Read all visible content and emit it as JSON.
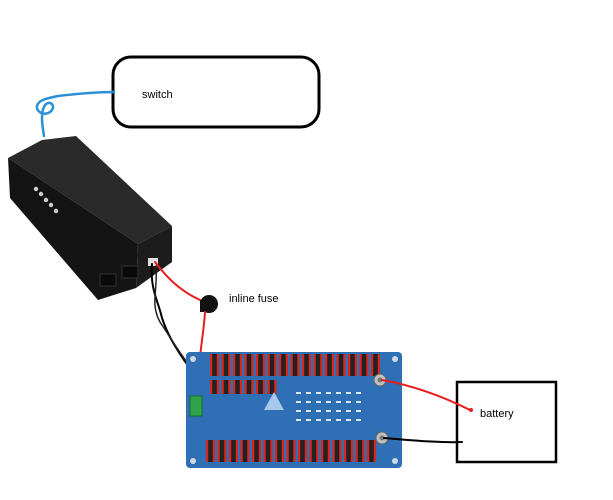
{
  "labels": {
    "switch": "switch",
    "inline_fuse": "inline fuse",
    "battery": "battery"
  },
  "colors": {
    "red_wire": "#e81d1d",
    "black_wire": "#000000",
    "blue_cable": "#2b8fd6",
    "board_blue": "#2e6fb5",
    "device_black": "#161616",
    "terminal_red": "#d9261c",
    "terminal_black": "#222222"
  }
}
